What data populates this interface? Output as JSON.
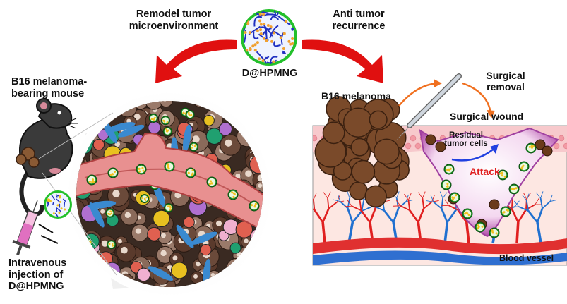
{
  "labels": {
    "remodel_line1": "Remodel tumor",
    "remodel_line2": "microenvironment",
    "anti_line1": "Anti tumor",
    "anti_line2": "recurrence",
    "nanogel": "D@HPMNG",
    "mouse_line1": "B16 melanoma-",
    "mouse_line2": "bearing mouse",
    "injection_line1": "Intravenous",
    "injection_line2": "injection of",
    "injection_line3": "D@HPMNG",
    "b16_melanoma": "B16 melanoma",
    "surgical_line1": "Surgical",
    "surgical_line2": "removal",
    "surgical_wound": "Surgical wound",
    "residual_line1": "Residual",
    "residual_line2": "tumor cells",
    "attack": "Attack",
    "blood_vessel": "Blood vessel"
  },
  "colors": {
    "arrow_red": "#e01010",
    "arrow_orange": "#f07020",
    "nanogel_ring": "#22c02a",
    "nanogel_network": "#2030c0",
    "tumor_brown": "#7a4a2a",
    "vessel_pink": "#e89090",
    "skin_pink": "#f7c9cc",
    "capillary_red": "#e02020",
    "capillary_blue": "#2070d0",
    "attack_red": "#e02020"
  }
}
